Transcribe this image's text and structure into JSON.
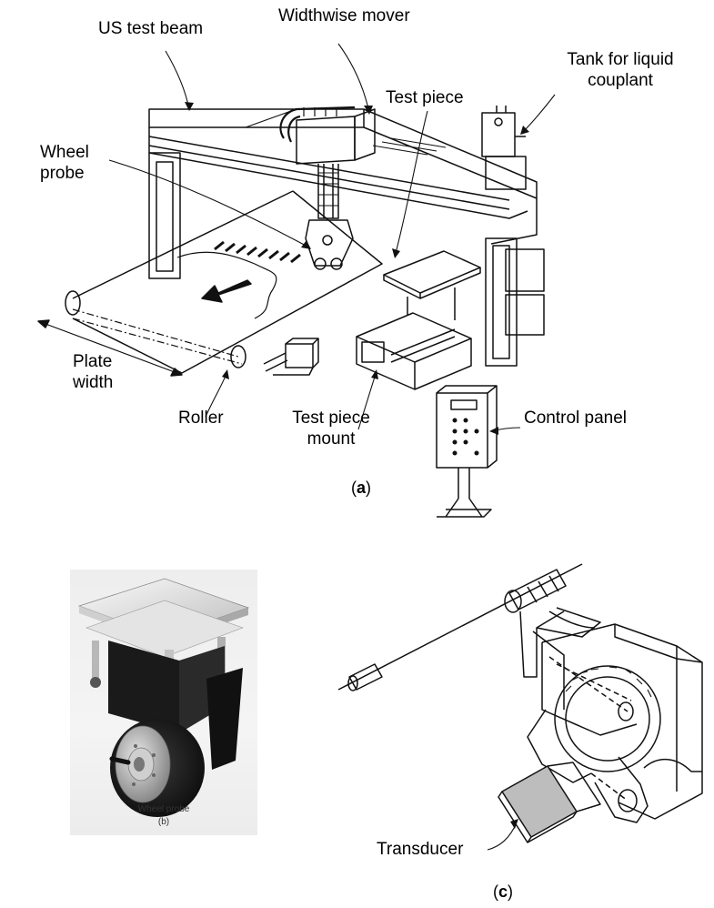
{
  "panel_a": {
    "labels": {
      "us_test_beam": "US test beam",
      "widthwise_mover": "Widthwise mover",
      "tank_line1": "Tank for liquid",
      "tank_line2": "couplant",
      "test_piece": "Test piece",
      "wheel_probe_line1": "Wheel",
      "wheel_probe_line2": "probe",
      "plate_width_line1": "Plate",
      "plate_width_line2": "width",
      "roller": "Roller",
      "mount_line1": "Test piece",
      "mount_line2": "mount",
      "control_panel": "Control panel"
    },
    "caption": "a"
  },
  "panel_b": {
    "label": "Wheel probe",
    "caption": "(b)"
  },
  "panel_c": {
    "label": "Transducer",
    "caption": "c"
  }
}
